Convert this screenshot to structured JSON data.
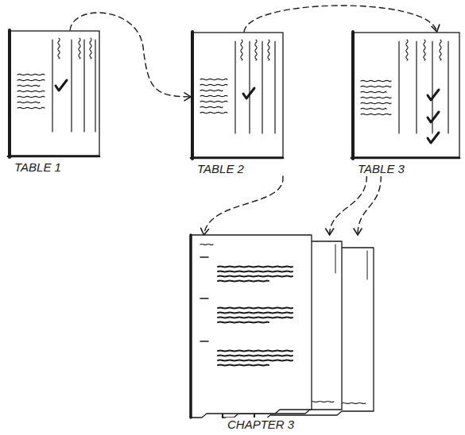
{
  "diagram": {
    "nodes": [
      {
        "text": [
          "TABLE 1"
        ]
      },
      {
        "text": [
          "TABLE 2"
        ]
      },
      {
        "text": [
          "TABLE 3"
        ]
      },
      {
        "text": [
          "CHAPTER 3"
        ]
      }
    ],
    "edges": [
      {
        "from": 0,
        "to": 1,
        "arrow": "to"
      },
      {
        "from": 1,
        "to": 2,
        "arrow": "to"
      },
      {
        "from": 1,
        "to": 3,
        "arrow": "to"
      },
      {
        "from": 2,
        "to": 3,
        "arrow": "to"
      },
      {
        "from": 2,
        "to": 3,
        "arrow": "to"
      }
    ]
  }
}
